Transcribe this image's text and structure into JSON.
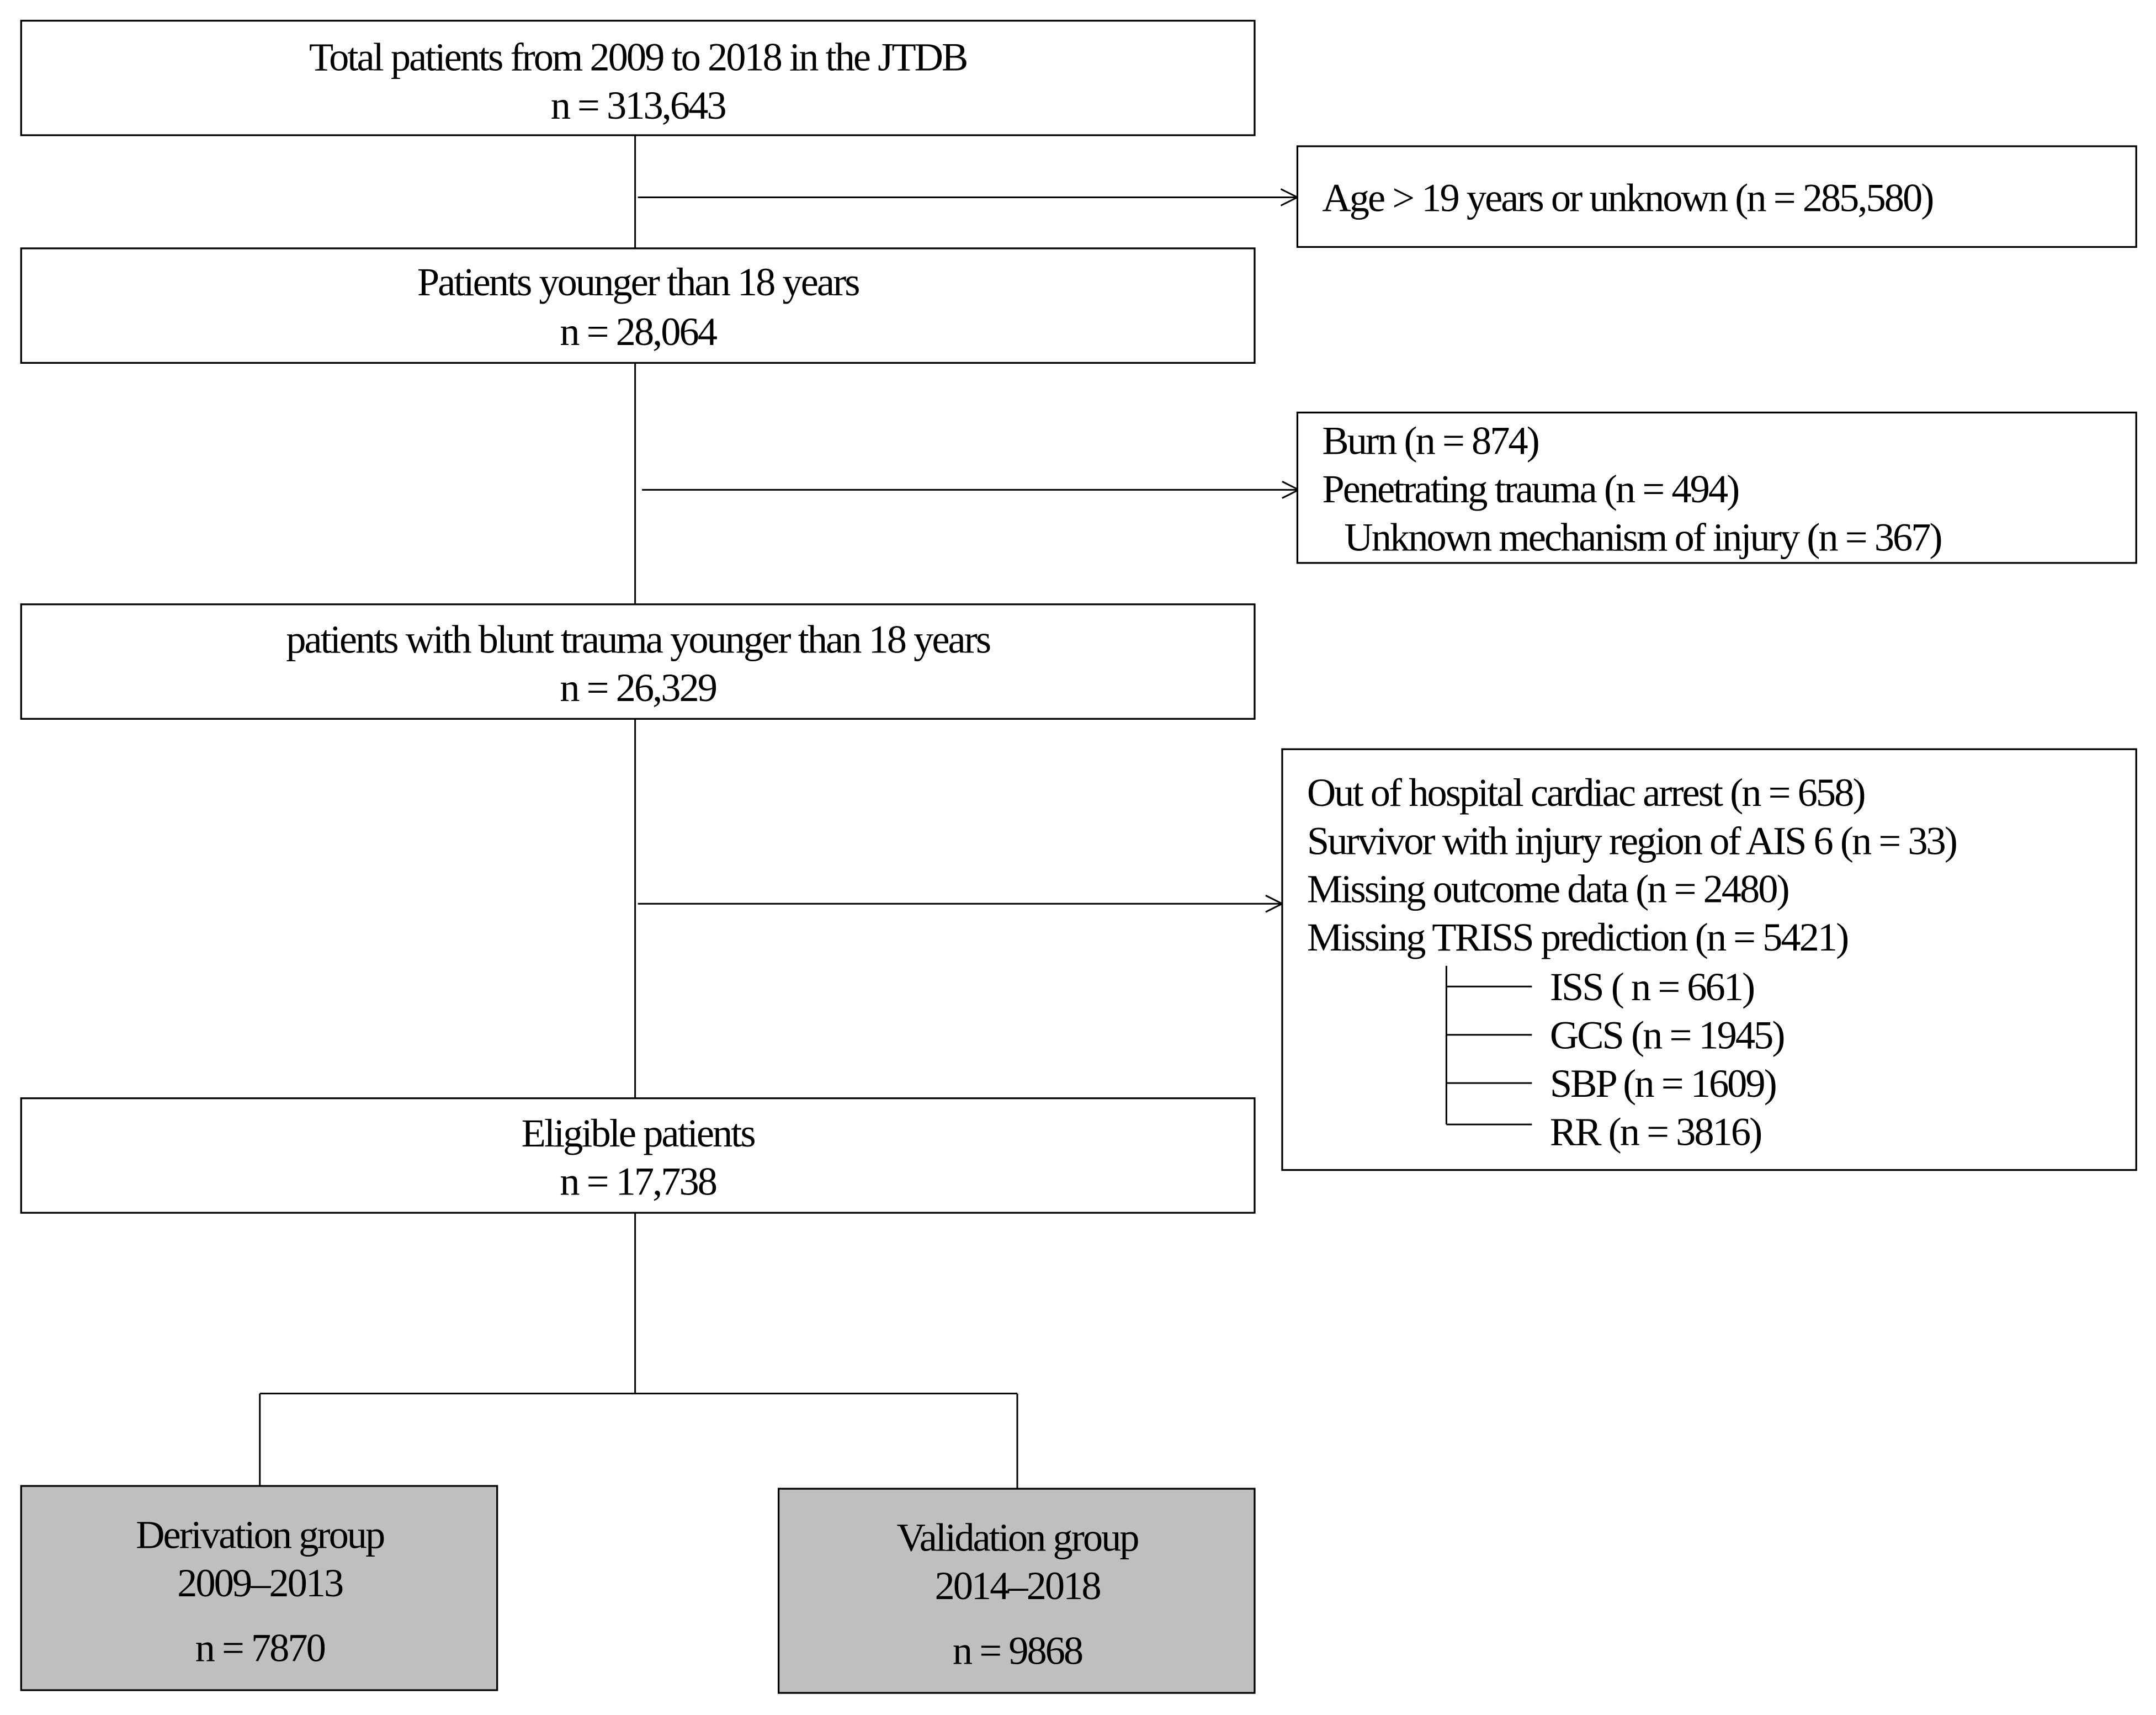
{
  "colors": {
    "group_box_fill": "#bfbfbf",
    "line": "#000000",
    "background": "#ffffff"
  },
  "steps": [
    {
      "line1": "Total patients from 2009 to 2018 in the JTDB",
      "line2": "n = 313,643"
    },
    {
      "line1": "Patients younger than 18 years",
      "line2": "n = 28,064"
    },
    {
      "line1": "patients with blunt trauma younger than 18 years",
      "line2": "n = 26,329"
    },
    {
      "line1": "Eligible patients",
      "line2": "n = 17,738"
    }
  ],
  "exclusions": [
    {
      "lines": [
        "Age > 19 years or unknown  (n = 285,580)"
      ]
    },
    {
      "lines": [
        "Burn (n = 874)",
        "Penetrating trauma (n = 494)",
        "Unknown mechanism of injury (n = 367)"
      ]
    },
    {
      "lines": [
        "Out of hospital cardiac arrest (n = 658)",
        "Survivor with injury region of AIS 6 (n = 33)",
        "Missing outcome data (n = 2480)",
        "Missing TRISS prediction (n = 5421)"
      ],
      "sub_items": [
        "ISS ( n = 661)",
        "GCS (n = 1945)",
        "SBP (n = 1609)",
        "RR (n = 3816)"
      ]
    }
  ],
  "groups": [
    {
      "name": "Derivation group",
      "years": "2009–2013",
      "n": "n = 7870"
    },
    {
      "name": "Validation group",
      "years": "2014–2018",
      "n": "n = 9868"
    }
  ]
}
